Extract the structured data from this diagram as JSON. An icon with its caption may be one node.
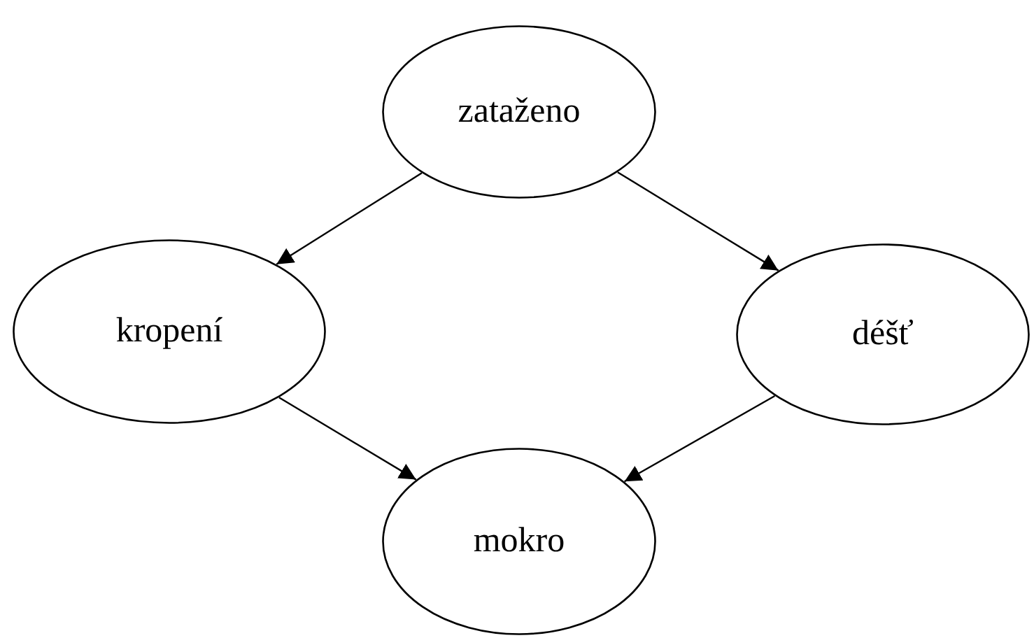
{
  "diagram": {
    "nodes": [
      {
        "text": [
          "zataženo"
        ]
      },
      {
        "text": [
          "kropení"
        ]
      },
      {
        "text": [
          "déšť"
        ]
      },
      {
        "text": [
          "mokro"
        ]
      }
    ],
    "edges": [
      {
        "from": 0,
        "to": 1,
        "arrow": "to"
      },
      {
        "from": 0,
        "to": 2,
        "arrow": "to"
      },
      {
        "from": 1,
        "to": 3,
        "arrow": "to"
      },
      {
        "from": 2,
        "to": 3,
        "arrow": "to"
      }
    ]
  }
}
